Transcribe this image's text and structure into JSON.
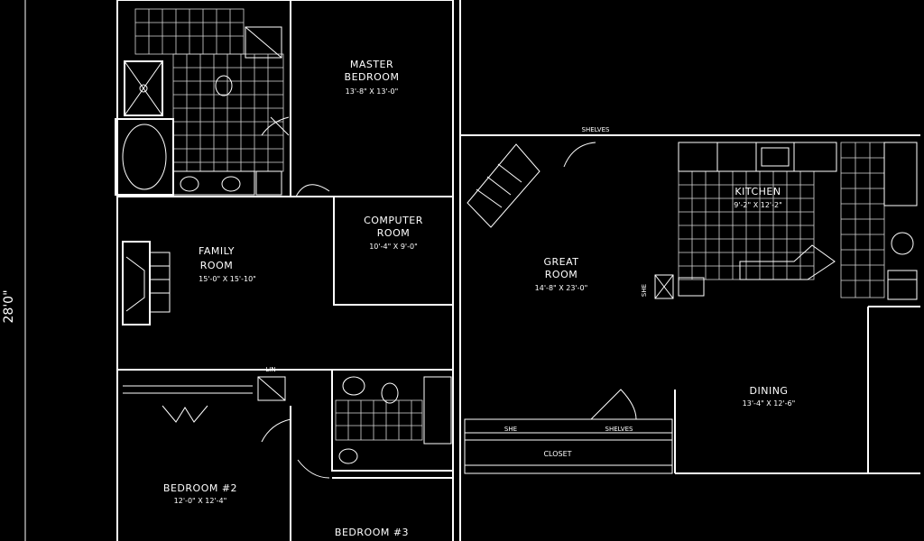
{
  "overall_dimension": "28'0\"",
  "rooms": {
    "master_bedroom": {
      "name": "MASTER",
      "name2": "BEDROOM",
      "size": "13'-8\" X 13'-0\""
    },
    "computer_room": {
      "name": "COMPUTER",
      "name2": "ROOM",
      "size": "10'-4\" X 9'-0\""
    },
    "family_room": {
      "name": "FAMILY",
      "name2": "ROOM",
      "size": "15'-0\" X 15'-10\""
    },
    "great_room": {
      "name": "GREAT",
      "name2": "ROOM",
      "size": "14'-8\" X 23'-0\""
    },
    "kitchen": {
      "name": "KITCHEN",
      "size": "9'-2\" X 12'-2\""
    },
    "dining": {
      "name": "DINING",
      "size": "13'-4\" X 12'-6\""
    },
    "bedroom_2": {
      "name": "BEDROOM #2",
      "size": "12'-0\" X 12'-4\""
    },
    "bedroom_3": {
      "name": "BEDROOM #3"
    }
  },
  "labels": {
    "linen": "LIN",
    "shelves_top": "SHELVES",
    "shelf_a": "SHE",
    "shelves_b": "SHELVES",
    "closet": "CLOSET"
  }
}
